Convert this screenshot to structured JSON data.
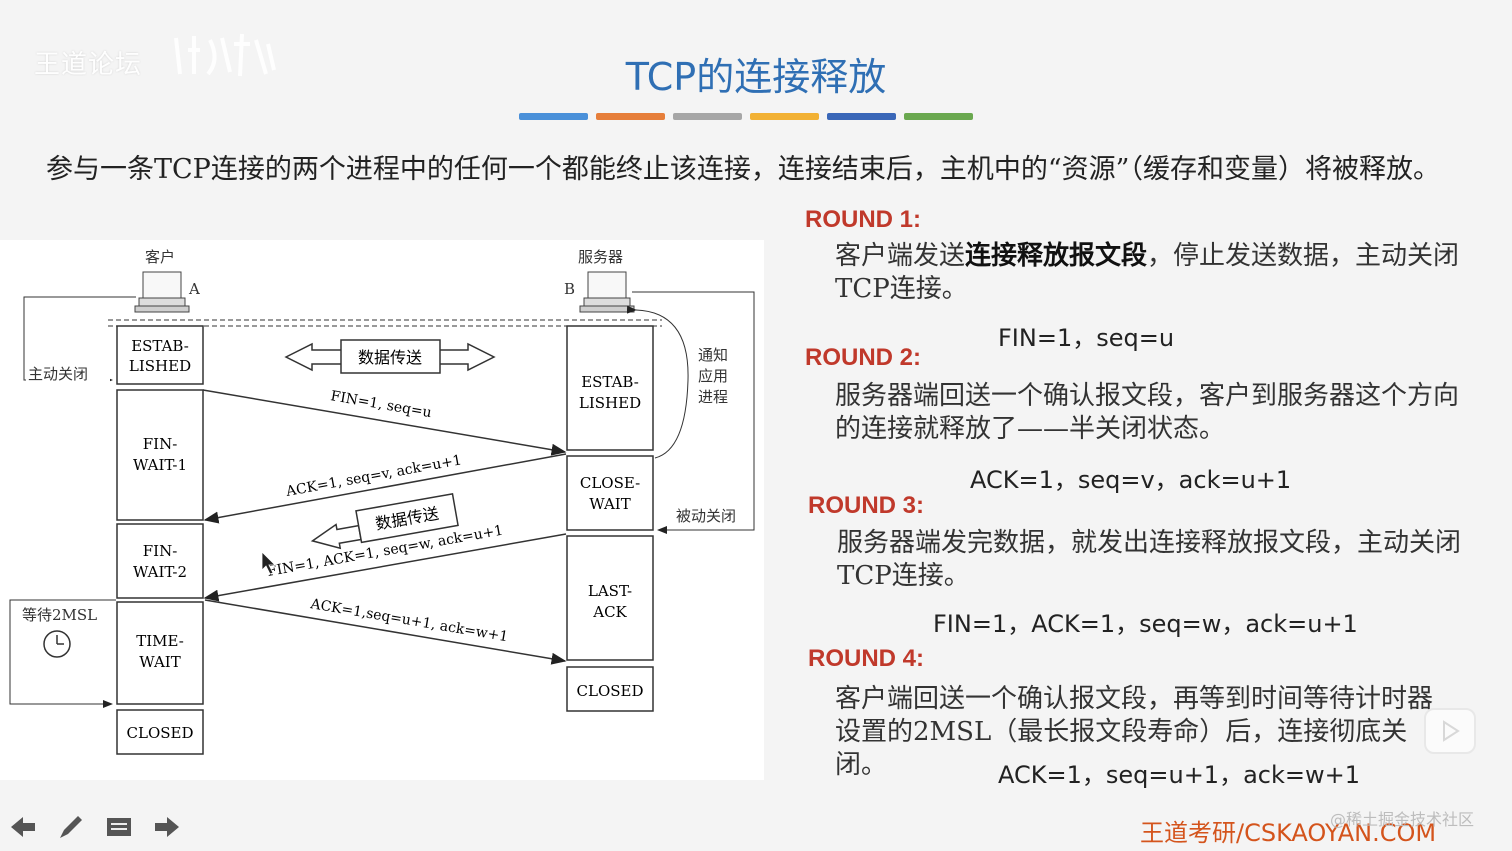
{
  "watermark": {
    "logo_text": "王道论坛"
  },
  "title": "TCP的连接释放",
  "color_bars": [
    "#4a90d9",
    "#e67e3a",
    "#a6a6a6",
    "#f2b134",
    "#3a67b8",
    "#6aa84f"
  ],
  "intro": "参与一条TCP连接的两个进程中的任何一个都能终止该连接，连接结束后，主机中的“资源”（缓存和变量）将被释放。",
  "diagram": {
    "client_label": "客户",
    "server_label": "服务器",
    "client_letter": "A",
    "server_letter": "B",
    "active_close": "主动关闭",
    "passive_close": "被动关闭",
    "notify_app": [
      "通知",
      "应用",
      "进程"
    ],
    "wait_2msl": "等待2MSL",
    "data_transfer": "数据传送",
    "client_states": [
      [
        "ESTAB-",
        "LISHED"
      ],
      [
        "FIN-",
        "WAIT-1"
      ],
      [
        "FIN-",
        "WAIT-2"
      ],
      [
        "TIME-",
        "WAIT"
      ],
      [
        "CLOSED"
      ]
    ],
    "server_states": [
      [
        "ESTAB-",
        "LISHED"
      ],
      [
        "CLOSE-",
        "WAIT"
      ],
      [
        "LAST-",
        "ACK"
      ],
      [
        "CLOSED"
      ]
    ],
    "messages": [
      "FIN=1, seq=u",
      "ACK=1, seq=v, ack=u+1",
      "FIN=1, ACK=1, seq=w, ack=u+1",
      "ACK=1,seq=u+1, ack=w+1"
    ]
  },
  "rounds": [
    {
      "heading": "ROUND 1:",
      "text_before": "客户端发送",
      "text_bold": "连接释放报文段",
      "text_after": "，停止发送数据，主动关闭TCP连接。",
      "formula": "FIN=1，seq=u"
    },
    {
      "heading": "ROUND 2:",
      "text": "服务器端回送一个确认报文段，客户到服务器这个方向的连接就释放了——半关闭状态。",
      "formula": "ACK=1，seq=v，ack=u+1"
    },
    {
      "heading": "ROUND 3:",
      "text": "服务器端发完数据，就发出连接释放报文段，主动关闭TCP连接。",
      "formula": "FIN=1，ACK=1，seq=w，ack=u+1"
    },
    {
      "heading": "ROUND 4:",
      "text": "客户端回送一个确认报文段，再等到时间等待计时器设置的2MSL（最长报文段寿命）后，连接彻底关闭。",
      "formula": "ACK=1，seq=u+1，ack=w+1"
    }
  ],
  "footer": {
    "brand": "王道考研/CSKAOYAN.COM",
    "juejin": "@稀土掘金技术社区"
  }
}
